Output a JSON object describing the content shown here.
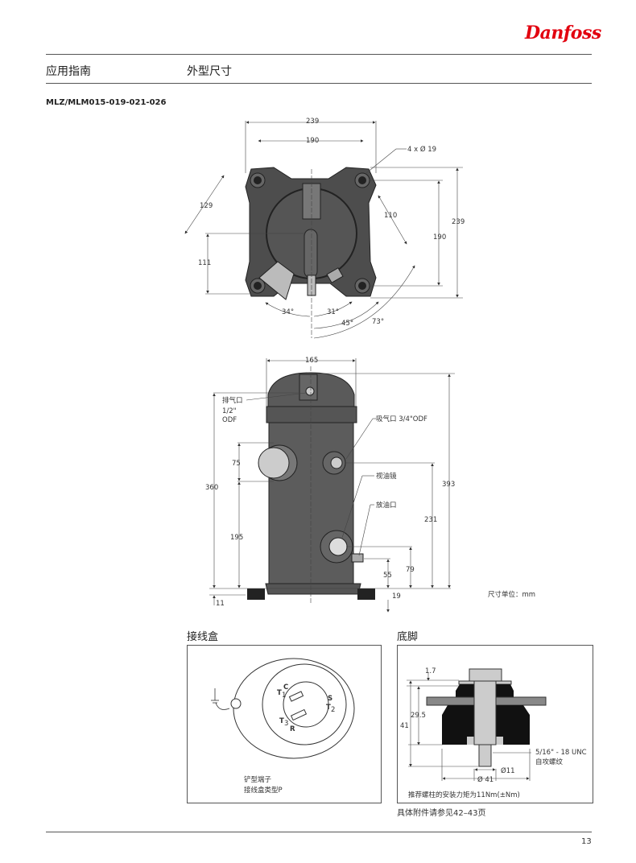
{
  "brand": "Danfoss",
  "header": {
    "section": "应用指南",
    "title": "外型尺寸"
  },
  "model": "MLZ/MLM015-019-021-026",
  "top_view": {
    "d239w": "239",
    "d190w": "190",
    "holes": "4 x Ø 19",
    "d129": "129",
    "d110": "110",
    "d190h": "190",
    "d239h": "239",
    "d111": "111",
    "a34": "34°",
    "a31": "31°",
    "a45": "45°",
    "a73": "73°"
  },
  "side_view": {
    "d165": "165",
    "discharge": "排气口",
    "discharge_size": "1/2\"",
    "discharge_odf": "ODF",
    "suction": "吸气口 3/4\"ODF",
    "sight_glass": "视油镜",
    "oil_drain": "放油口",
    "d75": "75",
    "d360": "360",
    "d195": "195",
    "d393": "393",
    "d231": "231",
    "d79": "79",
    "d55": "55",
    "d19": "19",
    "d11": "11",
    "unit": "尺寸单位：mm"
  },
  "terminal_box": {
    "title": "接线盒",
    "C": "C",
    "T1": "T",
    "T1s": "1",
    "S": "S",
    "T2": "T",
    "T2s": "2",
    "T3": "T",
    "T3s": "3",
    "R": "R",
    "caption1": "铲型端子",
    "caption2": "接线盒类型P"
  },
  "feet": {
    "title": "底脚",
    "d1_7": "1.7",
    "d29_5": "29.5",
    "d41h": "41",
    "thread": "5/16\" - 18 UNC",
    "thread2": "自攻螺纹",
    "d11": "Ø11",
    "d41": "Ø 41",
    "torque": "推荐螺柱的安装力矩为11Nm(±Nm)",
    "accessories": "具体附件请参见42–43页"
  },
  "page_number": "13"
}
